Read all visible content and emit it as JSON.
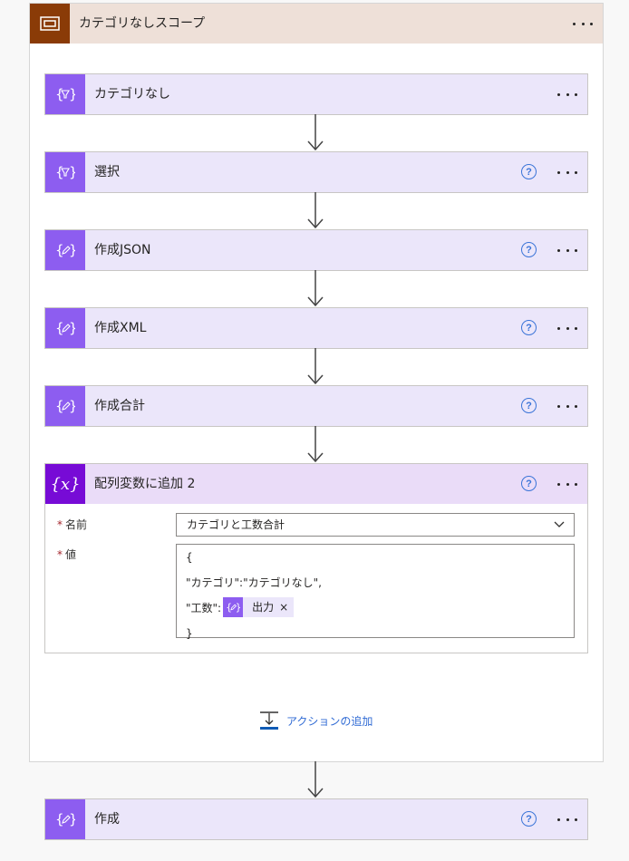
{
  "scope": {
    "title": "カテゴリなしスコープ"
  },
  "cards": [
    {
      "title": "カテゴリなし"
    },
    {
      "title": "選択"
    },
    {
      "title": "作成JSON"
    },
    {
      "title": "作成XML"
    },
    {
      "title": "作成合計"
    }
  ],
  "append_action": {
    "title": "配列変数に追加 2",
    "name_label": "名前",
    "name_value": "カテゴリと工数合計",
    "value_label": "値",
    "value_lines": [
      "{",
      "\"カテゴリ\":\"カテゴリなし\",",
      "\"工数\":",
      "}"
    ],
    "token_label": "出力",
    "token_close": "×"
  },
  "add_action_label": "アクションの追加",
  "compose": {
    "title": "作成"
  },
  "help_glyph": "?",
  "icons": {
    "scope": "scope-icon",
    "filter": "filter-array-icon",
    "compose": "compose-icon",
    "variable": "variable-icon",
    "add": "add-action-icon"
  },
  "colors": {
    "scope_accent": "#8a3b07",
    "card_accent": "#8d5df0",
    "variable_accent": "#770bd6",
    "link": "#2f6ad4"
  }
}
